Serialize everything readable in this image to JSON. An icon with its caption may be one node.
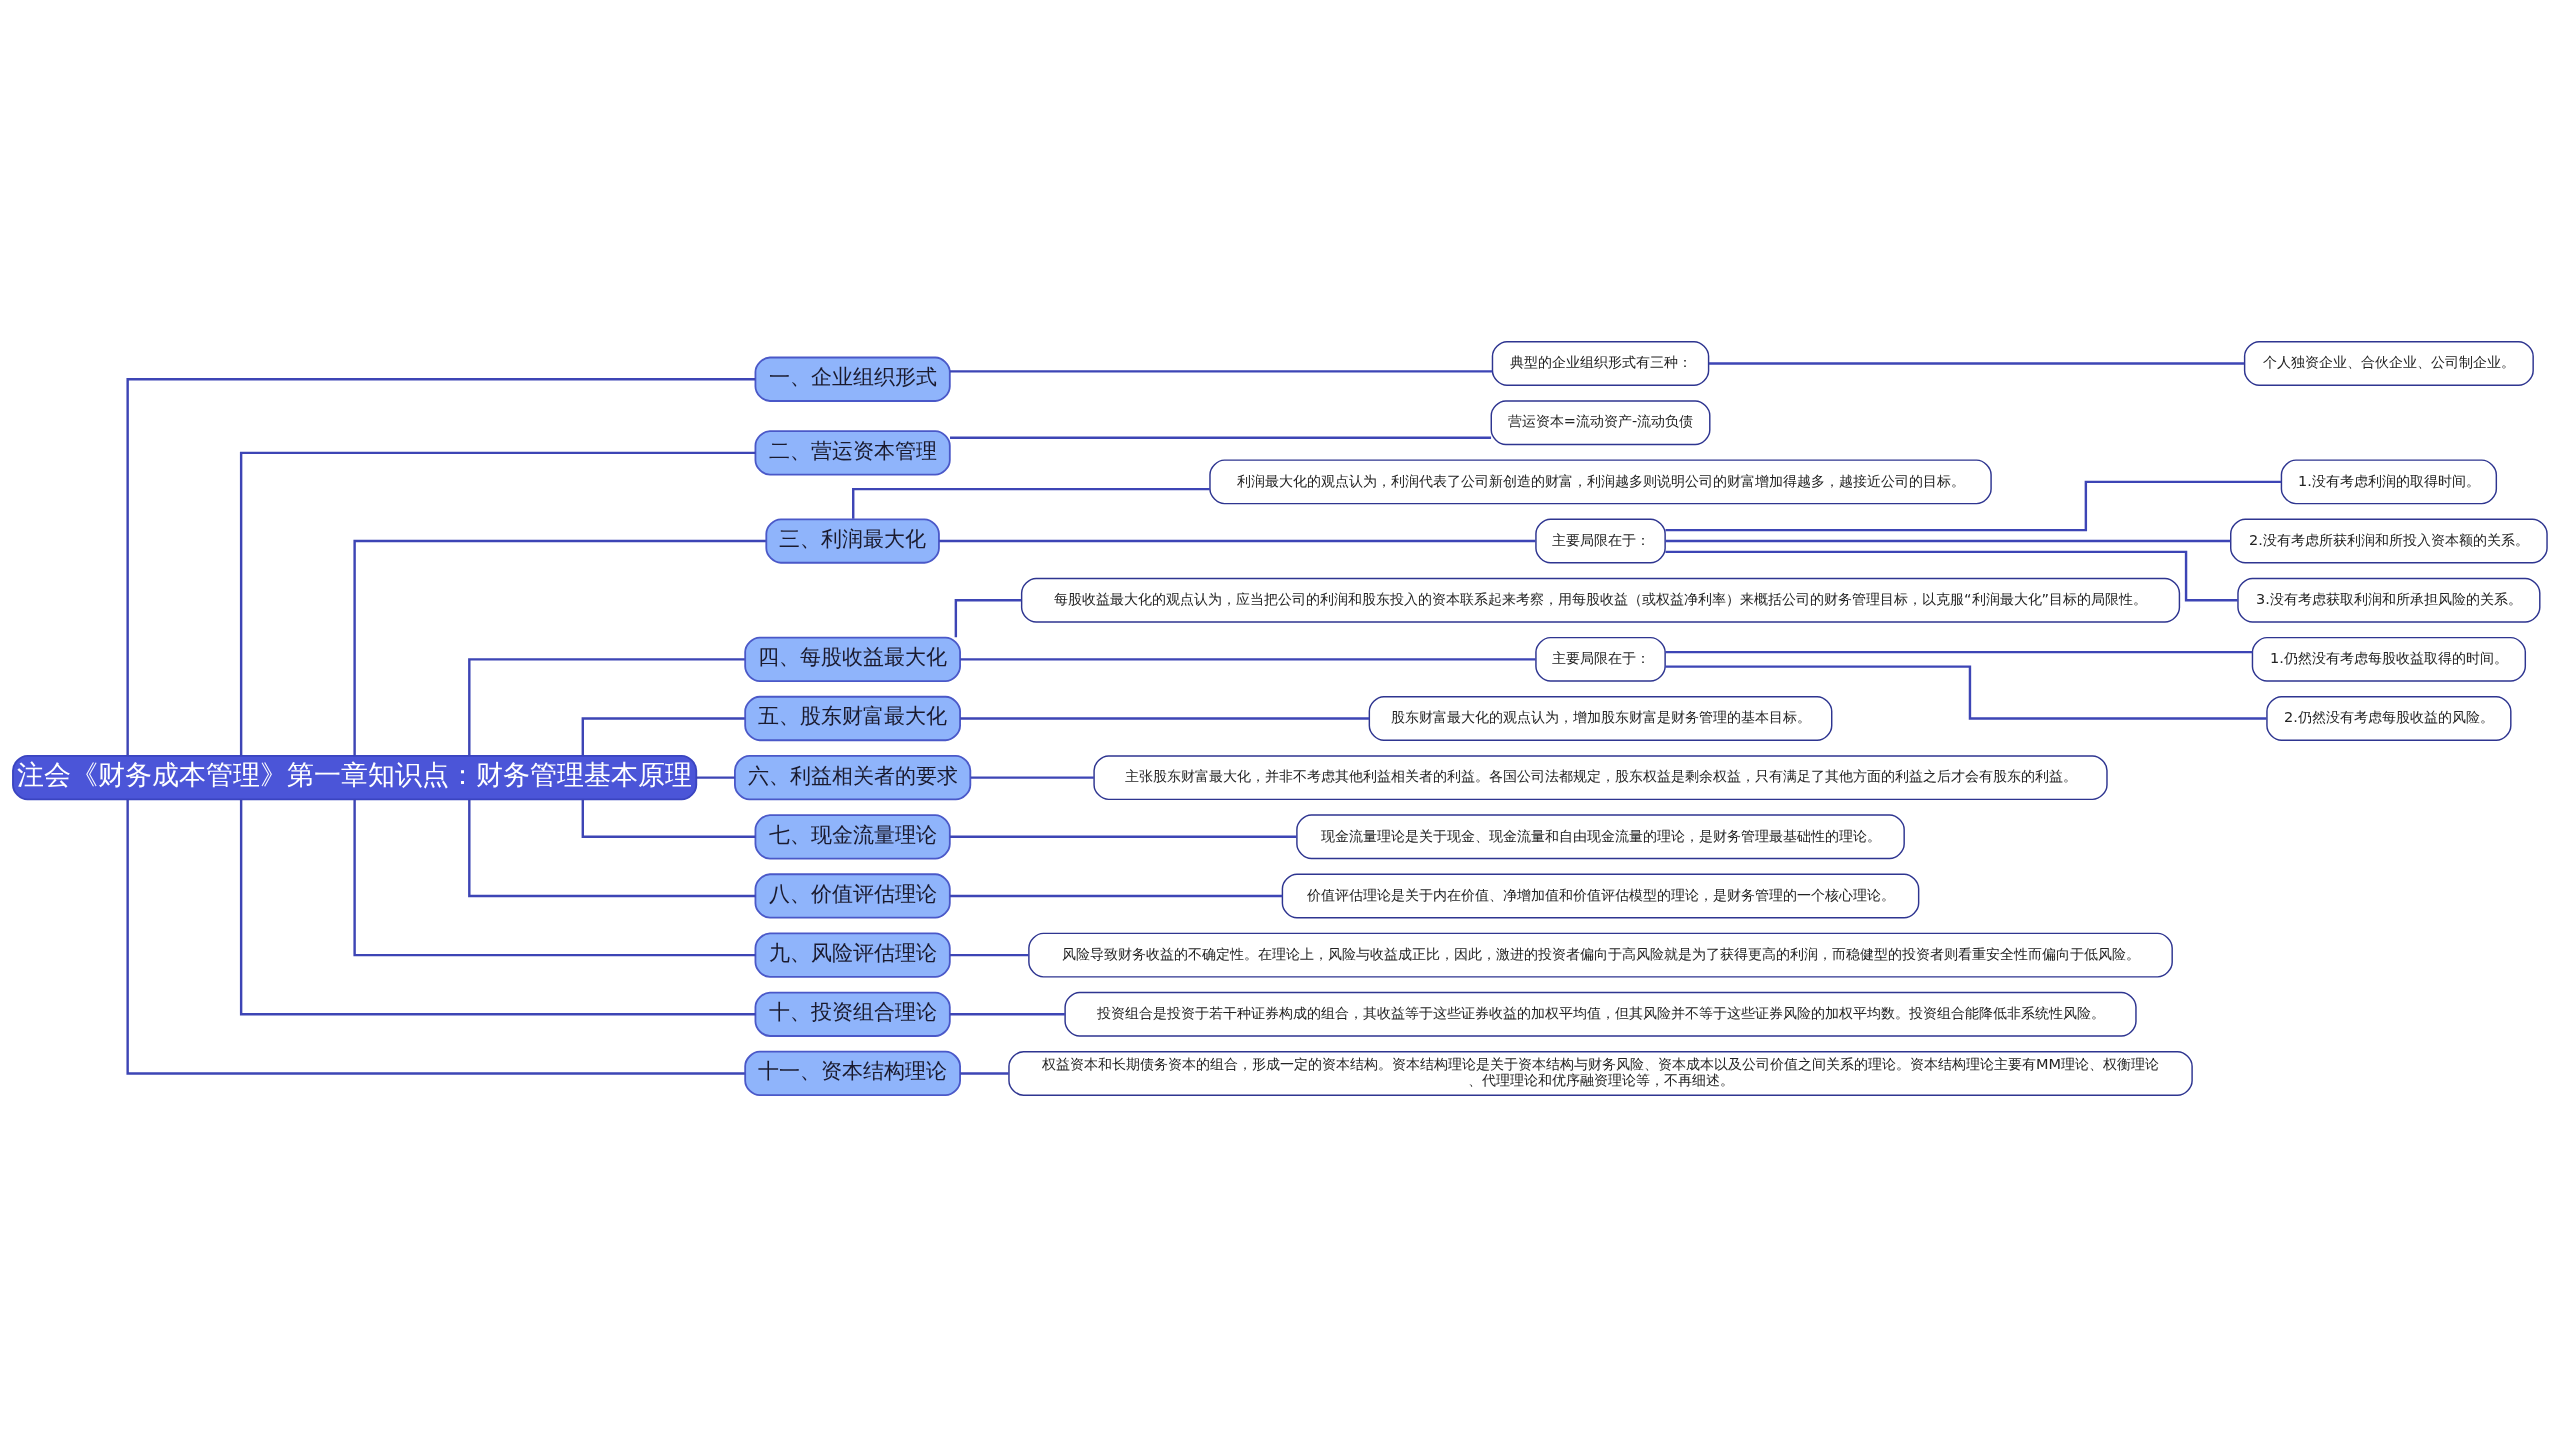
{
  "diagram": {
    "nodes": [
      {
        "text": [
          "注会《财务成本管理》第一章知识点：财务管理基本原理"
        ]
      },
      {
        "text": [
          "一、企业组织形式"
        ]
      },
      {
        "text": [
          "典型的企业组织形式有三种："
        ]
      },
      {
        "text": [
          "个人独资企业、合伙企业、公司制企业。"
        ]
      },
      {
        "text": [
          "二、营运资本管理"
        ]
      },
      {
        "text": [
          "营运资本=流动资产-流动负债"
        ]
      },
      {
        "text": [
          "三、利润最大化"
        ]
      },
      {
        "text": [
          "利润最大化的观点认为，利润代表了公司新创造的财富，利润越多则说明公司的财富增加得越多，越接近公司的目标。"
        ]
      },
      {
        "text": [
          "主要局限在于："
        ]
      },
      {
        "text": [
          "1.没有考虑利润的取得时间。"
        ]
      },
      {
        "text": [
          "2.没有考虑所获利润和所投入资本额的关系。"
        ]
      },
      {
        "text": [
          "3.没有考虑获取利润和所承担风险的关系。"
        ]
      },
      {
        "text": [
          "四、每股收益最大化"
        ]
      },
      {
        "text": [
          "每股收益最大化的观点认为，应当把公司的利润和股东投入的资本联系起来考察，用每股收益（或权益净利率）来概括公司的财务管理目标，以克服“利润最大化”目标的局限性。"
        ]
      },
      {
        "text": [
          "主要局限在于："
        ]
      },
      {
        "text": [
          "1.仍然没有考虑每股收益取得的时间。"
        ]
      },
      {
        "text": [
          "2.仍然没有考虑每股收益的风险。"
        ]
      },
      {
        "text": [
          "五、股东财富最大化"
        ]
      },
      {
        "text": [
          "股东财富最大化的观点认为，增加股东财富是财务管理的基本目标。"
        ]
      },
      {
        "text": [
          "六、利益相关者的要求"
        ]
      },
      {
        "text": [
          "主张股东财富最大化，并非不考虑其他利益相关者的利益。各国公司法都规定，股东权益是剩余权益，只有满足了其他方面的利益之后才会有股东的利益。"
        ]
      },
      {
        "text": [
          "七、现金流量理论"
        ]
      },
      {
        "text": [
          "现金流量理论是关于现金、现金流量和自由现金流量的理论，是财务管理最基础性的理论。"
        ]
      },
      {
        "text": [
          "八、价值评估理论"
        ]
      },
      {
        "text": [
          "价值评估理论是关于内在价值、净增加值和价值评估模型的理论，是财务管理的一个核心理论。"
        ]
      },
      {
        "text": [
          "九、风险评估理论"
        ]
      },
      {
        "text": [
          "风险导致财务收益的不确定性。在理论上，风险与收益成正比，因此，激进的投资者偏向于高风险就是为了获得更高的利润，而稳健型的投资者则看重安全性而偏向于低风险。"
        ]
      },
      {
        "text": [
          "十、投资组合理论"
        ]
      },
      {
        "text": [
          "投资组合是投资于若干种证券构成的组合，其收益等于这些证券收益的加权平均值，但其风险并不等于这些证券风险的加权平均数。投资组合能降低非系统性风险。"
        ]
      },
      {
        "text": [
          "十一、资本结构理论"
        ]
      },
      {
        "text": [
          "权益资本和长期债务资本的组合，形成一定的资本结构。资本结构理论是关于资本结构与财务风险、资本成本以及公司价值之间关系的理论。资本结构理论主要有MM理论、权衡理论、代理理论和优序融资理论等，不再细述。"
        ]
      }
    ],
    "edges": [
      {
        "from": 0,
        "to": 1,
        "arrow": "none"
      },
      {
        "from": 1,
        "to": 2,
        "arrow": "none"
      },
      {
        "from": 2,
        "to": 3,
        "arrow": "none"
      },
      {
        "from": 0,
        "to": 4,
        "arrow": "none"
      },
      {
        "from": 4,
        "to": 5,
        "arrow": "none"
      },
      {
        "from": 0,
        "to": 6,
        "arrow": "none"
      },
      {
        "from": 6,
        "to": 7,
        "arrow": "none"
      },
      {
        "from": 6,
        "to": 8,
        "arrow": "none"
      },
      {
        "from": 8,
        "to": 9,
        "arrow": "none"
      },
      {
        "from": 8,
        "to": 10,
        "arrow": "none"
      },
      {
        "from": 8,
        "to": 11,
        "arrow": "none"
      },
      {
        "from": 0,
        "to": 12,
        "arrow": "none"
      },
      {
        "from": 12,
        "to": 13,
        "arrow": "none"
      },
      {
        "from": 12,
        "to": 14,
        "arrow": "none"
      },
      {
        "from": 14,
        "to": 15,
        "arrow": "none"
      },
      {
        "from": 14,
        "to": 16,
        "arrow": "none"
      },
      {
        "from": 0,
        "to": 17,
        "arrow": "none"
      },
      {
        "from": 17,
        "to": 18,
        "arrow": "none"
      },
      {
        "from": 0,
        "to": 19,
        "arrow": "none"
      },
      {
        "from": 19,
        "to": 20,
        "arrow": "none"
      },
      {
        "from": 0,
        "to": 21,
        "arrow": "none"
      },
      {
        "from": 21,
        "to": 22,
        "arrow": "none"
      },
      {
        "from": 0,
        "to": 23,
        "arrow": "none"
      },
      {
        "from": 23,
        "to": 24,
        "arrow": "none"
      },
      {
        "from": 0,
        "to": 25,
        "arrow": "none"
      },
      {
        "from": 25,
        "to": 26,
        "arrow": "none"
      },
      {
        "from": 0,
        "to": 27,
        "arrow": "none"
      },
      {
        "from": 27,
        "to": 28,
        "arrow": "none"
      },
      {
        "from": 0,
        "to": 29,
        "arrow": "none"
      },
      {
        "from": 29,
        "to": 30,
        "arrow": "none"
      }
    ]
  }
}
